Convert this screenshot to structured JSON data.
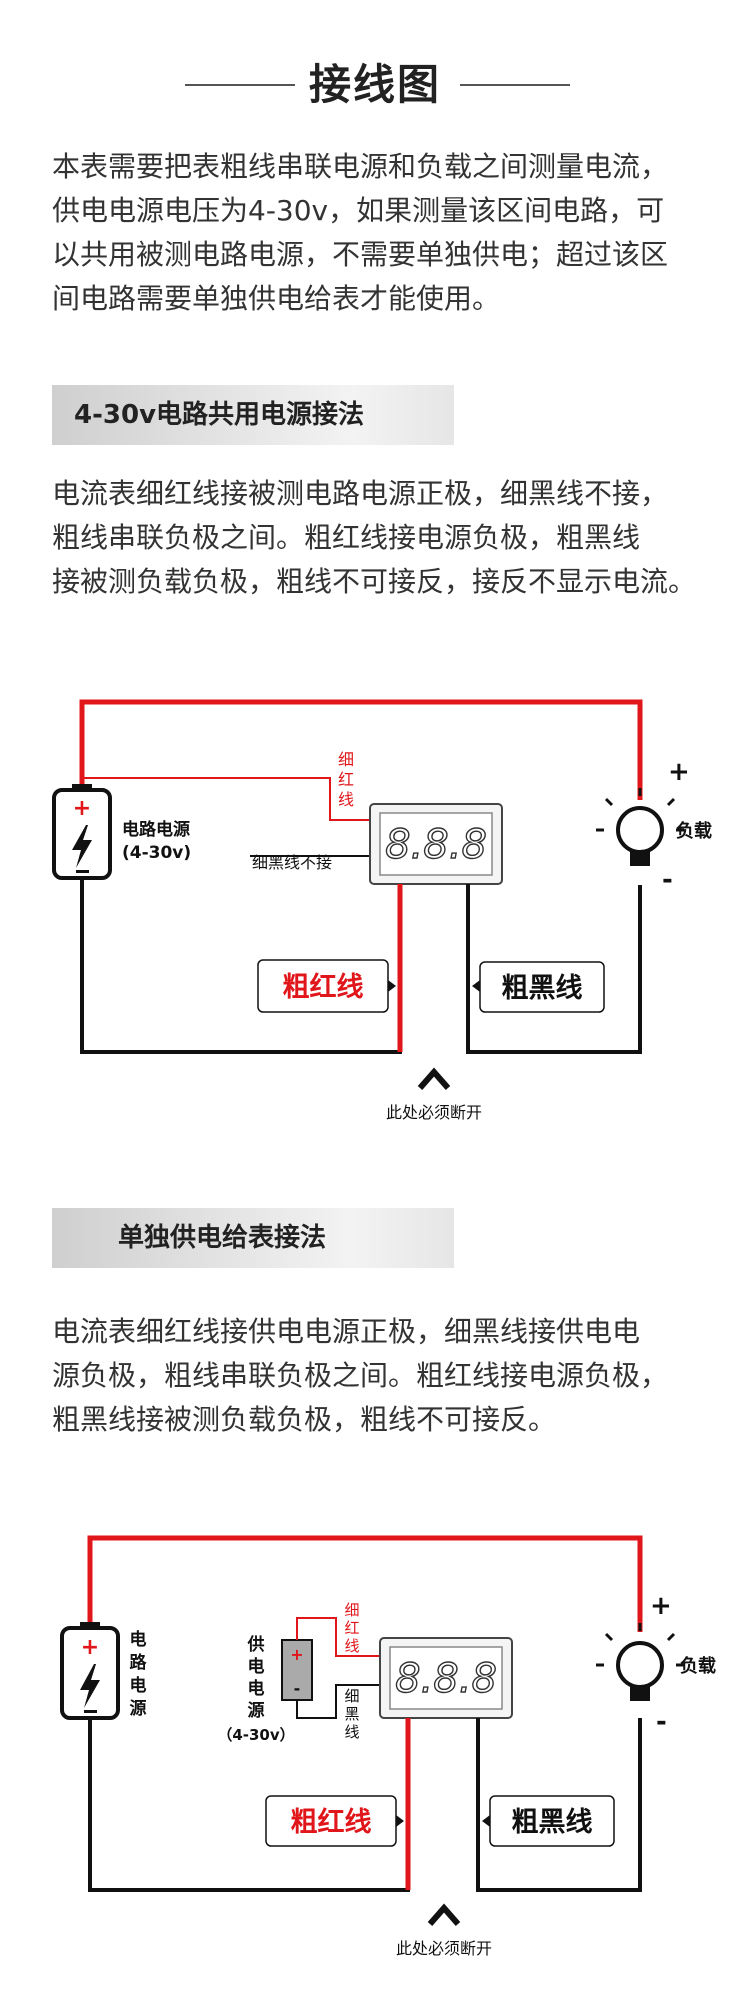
{
  "page": {
    "title": "接线图",
    "intro": [
      "本表需要把表粗线串联电源和负载之间测量电流，",
      "供电电源电压为4-30v，如果测量该区间电路，可",
      "以共用被测电路电源，不需要单独供电；超过该区",
      "间电路需要单独供电给表才能使用。"
    ]
  },
  "section1": {
    "heading": "4-30v电路共用电源接法",
    "text": [
      "电流表细红线接被测电路电源正极，细黑线不接，",
      "粗线串联负极之间。粗红线接电源负极，粗黑线",
      "接被测负载负极，粗线不可接反，接反不显示电流。"
    ],
    "diagram": {
      "source_label_1": "电路电源",
      "source_label_2": "(4-30v)",
      "thin_red": [
        "细",
        "红",
        "线"
      ],
      "thin_black": "细黑线不接",
      "display": "8.8.8",
      "thick_red": "粗红线",
      "thick_black": "粗黑线",
      "load": "负载",
      "plus": "+",
      "minus": "-",
      "break_note": "此处必须断开"
    }
  },
  "section2": {
    "heading": "单独供电给表接法",
    "text": [
      "电流表细红线接供电电源正极，细黑线接供电电",
      "源负极，粗线串联负极之间。粗红线接电源负极，",
      "粗黑线接被测负载负极，粗线不可接反。"
    ],
    "diagram": {
      "source_label": [
        "电",
        "路",
        "电",
        "源"
      ],
      "supply_label": [
        "供",
        "电",
        "电",
        "源"
      ],
      "supply_range": "（4-30v）",
      "thin_red": [
        "细",
        "红",
        "线"
      ],
      "thin_black": [
        "细",
        "黑",
        "线"
      ],
      "display": "8.8.8",
      "thick_red": "粗红线",
      "thick_black": "粗黑线",
      "load": "负载",
      "plus": "+",
      "minus": "-",
      "break_note": "此处必须断开"
    }
  },
  "colors": {
    "red": "#e0161b",
    "black": "#111111",
    "heading_bg": "#dcdcdc",
    "text": "#333333"
  }
}
